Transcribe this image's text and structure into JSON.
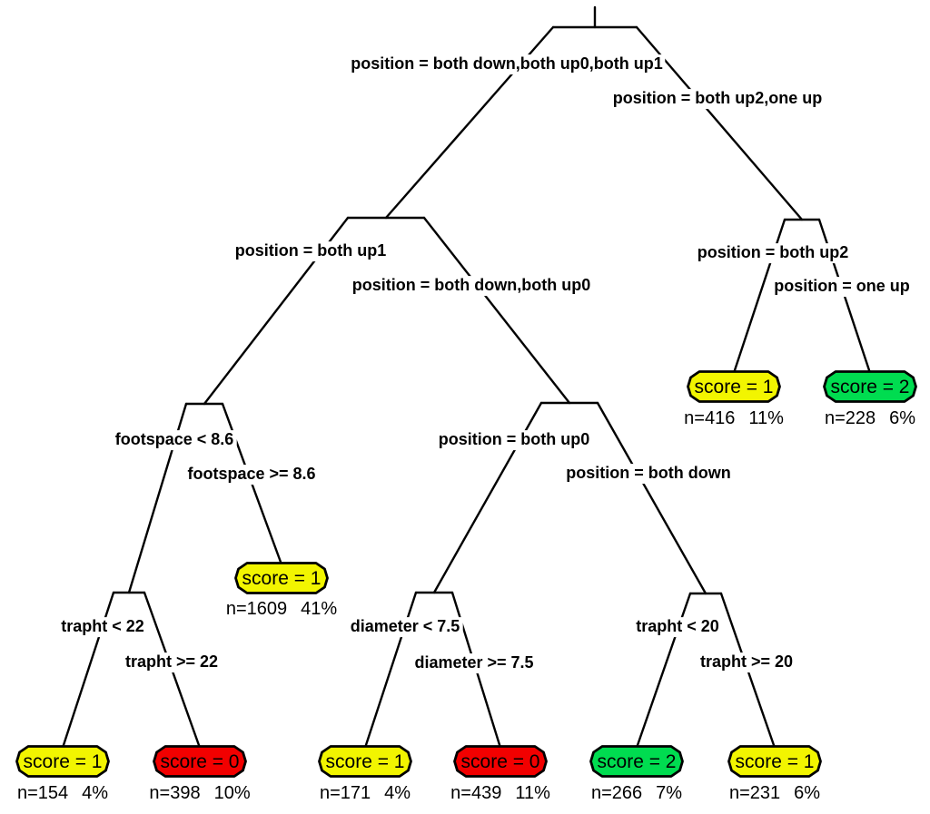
{
  "diagram_type": "decision-tree",
  "palette": {
    "background": "#FFFFFF",
    "line": "#000000",
    "text": "#000000",
    "score_0_fill": "#F20000",
    "score_1_fill": "#F2F500",
    "score_2_fill": "#00DC50"
  },
  "nodes": {
    "root": {
      "left_label": "position = both down,both up0,both up1",
      "right_label": "position = both up2,one up"
    },
    "left": {
      "left_label": "position = both up1",
      "right_label": "position = both down,both up0"
    },
    "right": {
      "left_label": "position = both up2",
      "right_label": "position = one up"
    },
    "left_left": {
      "left_label": "footspace < 8.6",
      "right_label": "footspace >= 8.6"
    },
    "left_right": {
      "left_label": "position = both up0",
      "right_label": "position = both down"
    },
    "left_left_left": {
      "left_label": "trapht < 22",
      "right_label": "trapht >= 22"
    },
    "left_right_left": {
      "left_label": "diameter < 7.5",
      "right_label": "diameter >= 7.5"
    },
    "left_right_right": {
      "left_label": "trapht < 20",
      "right_label": "trapht >= 20"
    }
  },
  "leaves": {
    "right_left": {
      "score": 1,
      "score_label": "score = 1",
      "n_label": "n=416",
      "pct_label": "11%",
      "fill": "#F2F500"
    },
    "right_right": {
      "score": 2,
      "score_label": "score = 2",
      "n_label": "n=228",
      "pct_label": "6%",
      "fill": "#00DC50"
    },
    "left_left_right": {
      "score": 1,
      "score_label": "score = 1",
      "n_label": "n=1609",
      "pct_label": "41%",
      "fill": "#F2F500"
    },
    "left_left_left_left": {
      "score": 1,
      "score_label": "score = 1",
      "n_label": "n=154",
      "pct_label": "4%",
      "fill": "#F2F500"
    },
    "left_left_left_right": {
      "score": 0,
      "score_label": "score = 0",
      "n_label": "n=398",
      "pct_label": "10%",
      "fill": "#F20000"
    },
    "left_right_left_left": {
      "score": 1,
      "score_label": "score = 1",
      "n_label": "n=171",
      "pct_label": "4%",
      "fill": "#F2F500"
    },
    "left_right_left_right": {
      "score": 0,
      "score_label": "score = 0",
      "n_label": "n=439",
      "pct_label": "11%",
      "fill": "#F20000"
    },
    "left_right_right_left": {
      "score": 2,
      "score_label": "score = 2",
      "n_label": "n=266",
      "pct_label": "7%",
      "fill": "#00DC50"
    },
    "left_right_right_right": {
      "score": 1,
      "score_label": "score = 1",
      "n_label": "n=231",
      "pct_label": "6%",
      "fill": "#F2F500"
    }
  }
}
